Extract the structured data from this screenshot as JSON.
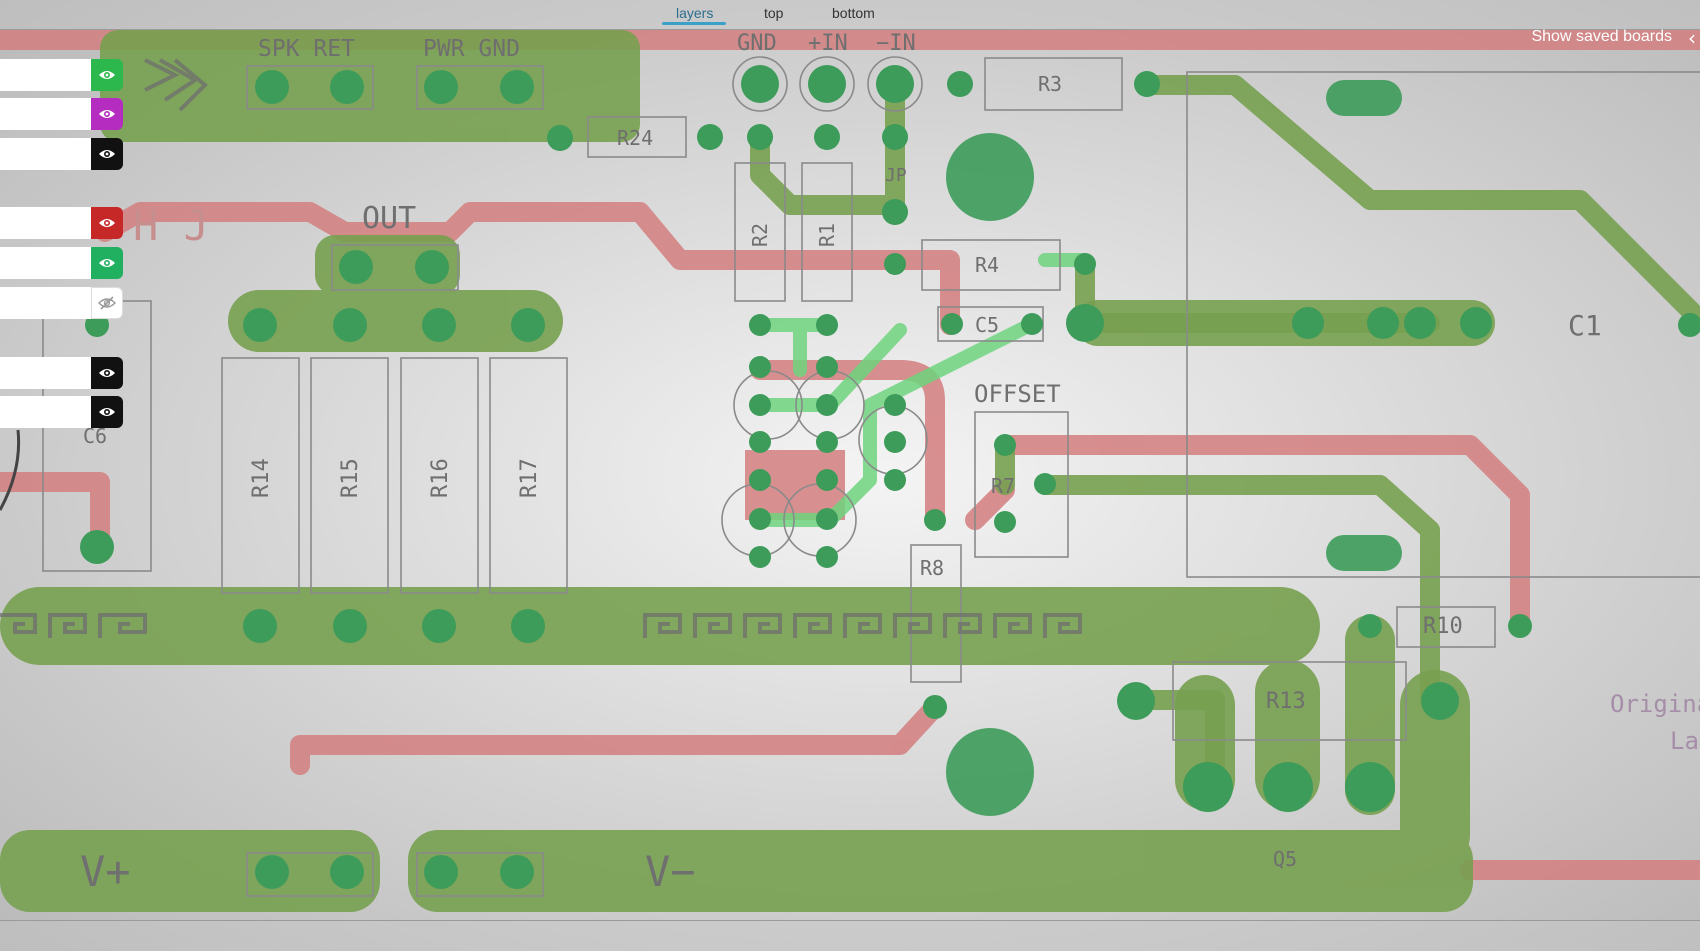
{
  "tabs": {
    "layers": "layers",
    "top": "top",
    "bottom": "bottom"
  },
  "saved_boards_label": "Show saved boards",
  "layers": [
    {
      "color": "#2db84d",
      "visible": true
    },
    {
      "color": "#b52cc1",
      "visible": true
    },
    {
      "color": "#111111",
      "visible": true
    },
    {
      "color": "#c62828",
      "visible": true
    },
    {
      "color": "#21b060",
      "visible": true
    },
    {
      "color": "#ffffff",
      "visible": false
    },
    {
      "color": "#111111",
      "visible": true
    },
    {
      "color": "#111111",
      "visible": true
    }
  ],
  "board": {
    "colors": {
      "top_copper": "#77a04f",
      "bottom_copper": "#d47e7e",
      "highlight_trace": "#6fd47e",
      "pad": "#3d9c5a",
      "silkscreen": "#6f6f6f"
    },
    "labels": {
      "spk_ret": "SPK RET",
      "pwr_gnd": "PWR GND",
      "gnd": "GND",
      "plus_in": "+IN",
      "minus_in": "−IN",
      "r3": "R3",
      "r24": "R24",
      "jp": "JP",
      "r2": "R2",
      "r1": "R1",
      "r4": "R4",
      "c5": "C5",
      "out": "OUT",
      "hj": "H J",
      "offset": "OFFSET",
      "r7": "R7",
      "r8": "R8",
      "c6": "C6",
      "r14": "R14",
      "r15": "R15",
      "r16": "R16",
      "r17": "R17",
      "c1": "C1",
      "r10": "R10",
      "r13": "R13",
      "q5": "Q5",
      "v_plus": "V+",
      "v_minus": "V−",
      "original": "Original",
      "lay": "Lay"
    }
  }
}
